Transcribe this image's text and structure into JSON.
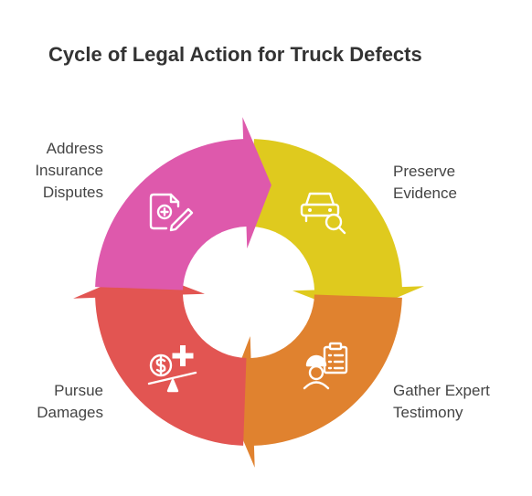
{
  "title": "Cycle of Legal Action for Truck Defects",
  "steps": [
    {
      "id": "preserve",
      "lines": [
        "Preserve",
        "Evidence"
      ],
      "color": "#DFCA1E",
      "icon": "car-search-icon"
    },
    {
      "id": "gather",
      "lines": [
        "Gather Expert",
        "Testimony"
      ],
      "color": "#E0822F",
      "icon": "expert-clipboard-icon"
    },
    {
      "id": "pursue",
      "lines": [
        "Pursue",
        "Damages"
      ],
      "color": "#E25552",
      "icon": "money-scale-icon"
    },
    {
      "id": "address",
      "lines": [
        "Address",
        "Insurance",
        "Disputes"
      ],
      "color": "#DE59AC",
      "icon": "insurance-document-icon"
    }
  ]
}
